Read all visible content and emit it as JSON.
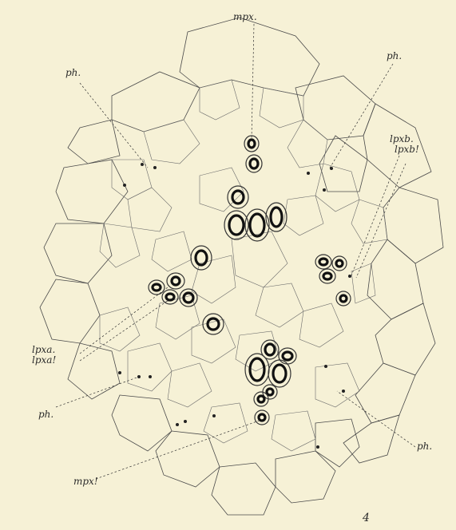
{
  "labels": {
    "mpx": "mpx.",
    "ph_top_left": "ph.",
    "ph_top_right": "ph.",
    "lpxb": "lpxb.",
    "lpxb_prime": "lpxb!",
    "lpxa": "lpxa.",
    "lpxa_prime": "lpxa!",
    "ph_bottom_left": "ph.",
    "ph_bottom_right": "ph.",
    "mpx_prime": "mpx!",
    "figure_number": "4"
  },
  "colors": {
    "paper": "#f6f1d6",
    "ink": "#333333"
  }
}
